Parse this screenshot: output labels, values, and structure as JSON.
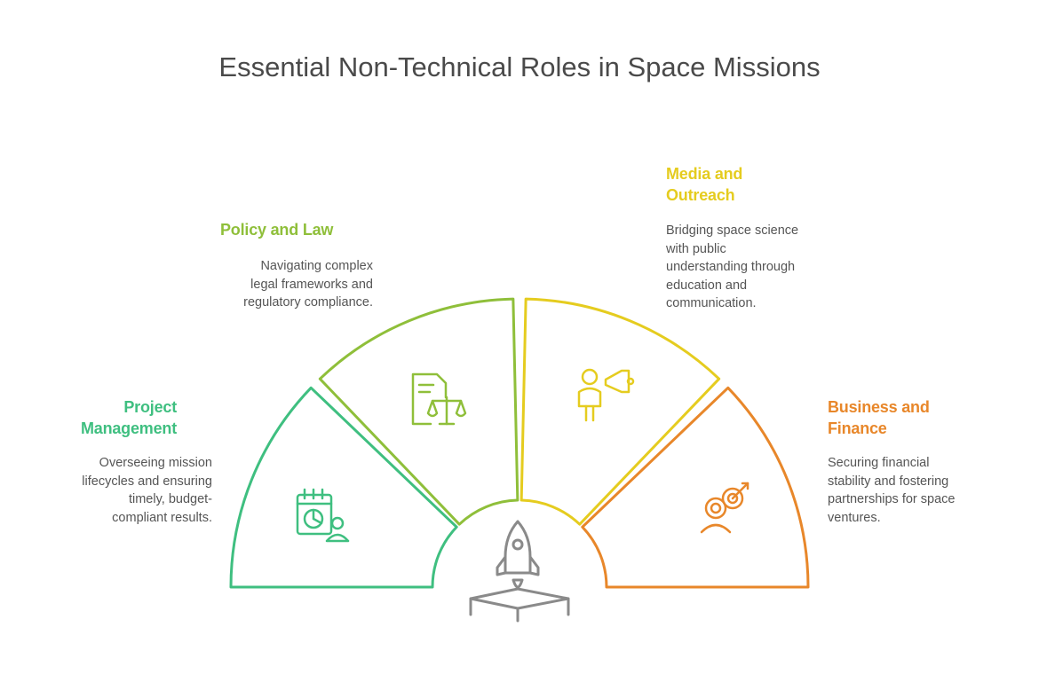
{
  "title": "Essential Non-Technical Roles in Space Missions",
  "roles": [
    {
      "heading_line1": "Project",
      "heading_line2": "Management",
      "desc_lines": [
        "Overseeing mission",
        "lifecycles and ensuring",
        "timely, budget-",
        "compliant results."
      ],
      "color": "#3fbf80",
      "icon": "calendar-chart-person-icon"
    },
    {
      "heading_line1": "Policy and Law",
      "heading_line2": "",
      "desc_lines": [
        "Navigating complex",
        "legal frameworks and",
        "regulatory compliance."
      ],
      "color": "#8fbf3a",
      "icon": "document-scales-icon"
    },
    {
      "heading_line1": "Media and",
      "heading_line2": "Outreach",
      "desc_lines": [
        "Bridging space science",
        "with public",
        "understanding through",
        "education and",
        "communication."
      ],
      "color": "#e5cc1f",
      "icon": "person-megaphone-icon"
    },
    {
      "heading_line1": "Business and",
      "heading_line2": "Finance",
      "desc_lines": [
        "Securing financial",
        "stability and fostering",
        "partnerships for space",
        "ventures."
      ],
      "color": "#e8872a",
      "icon": "person-target-icon"
    }
  ],
  "center_icon": "rocket-launch-icon"
}
